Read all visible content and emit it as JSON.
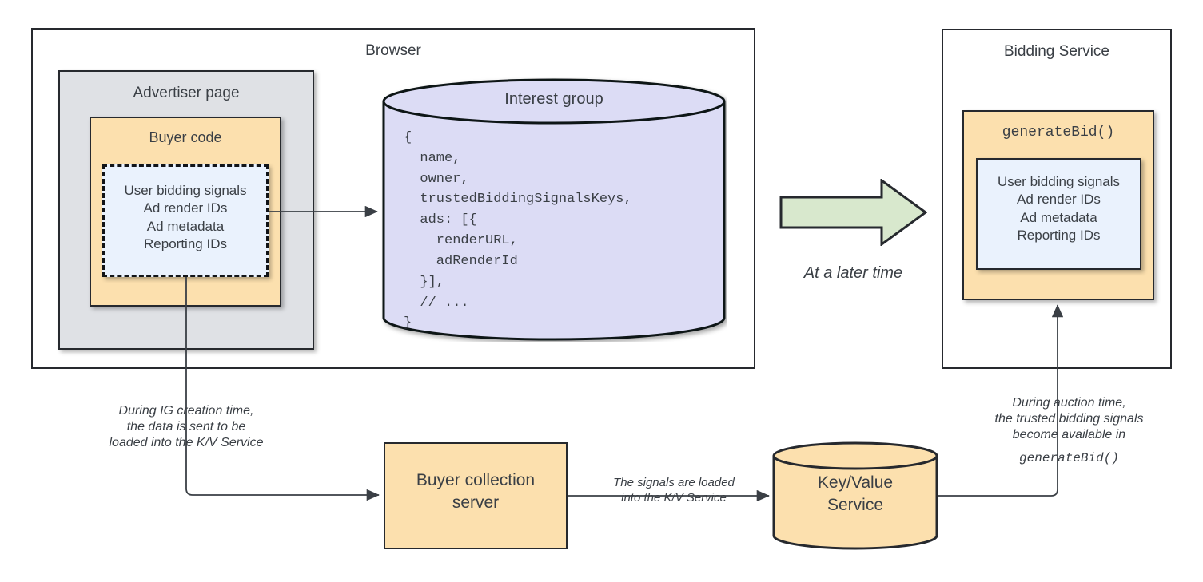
{
  "colors": {
    "stroke": "#26292e",
    "text": "#3a3f45",
    "orange_fill": "#FCE0AE",
    "blue_fill": "#EAF2FD",
    "gray_fill": "#DFE1E5",
    "purple_fill": "#DCDCF5",
    "green_fill": "#D8E8CD",
    "white_fill": "#FFFFFF"
  },
  "browser": {
    "title": "Browser",
    "advertiser_page": {
      "title": "Advertiser page",
      "buyer_code": {
        "title": "Buyer code",
        "signals_box": {
          "lines": "User bidding signals\nAd render IDs\nAd metadata\nReporting IDs"
        }
      }
    },
    "interest_group": {
      "title": "Interest group",
      "code": "{\n  name,\n  owner,\n  trustedBiddingSignalsKeys,\n  ads: [{\n    renderURL,\n    adRenderId\n  }],\n  // ...\n}"
    }
  },
  "transition": {
    "arrow_label": "At a later time"
  },
  "bidding_service": {
    "title": "Bidding Service",
    "generate_bid": {
      "title": "generateBid()",
      "signals_box": {
        "lines": "User bidding signals\nAd render IDs\nAd metadata\nReporting IDs"
      }
    }
  },
  "annotations": {
    "ig_creation": "During IG creation time,\nthe data is sent to be\nloaded into the K/V Service",
    "signals_loaded": "The signals are loaded\ninto the K/V Service",
    "auction_time_plain": "During auction time,\nthe trusted bidding signals\nbecome available in",
    "auction_time_mono": "generateBid()"
  },
  "nodes": {
    "buyer_collection_server": "Buyer collection\nserver",
    "key_value_service": "Key/Value\nService"
  }
}
